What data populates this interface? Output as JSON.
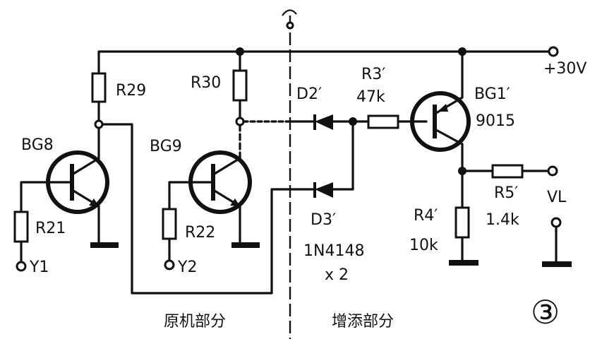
{
  "labels": {
    "r29": "R29",
    "r30": "R30",
    "bg8": "BG8",
    "bg9": "BG9",
    "r21": "R21",
    "r22": "R22",
    "y1": "Y1",
    "y2": "Y2",
    "d2": "D2′",
    "d3": "D3′",
    "r3": "R3′",
    "r3_value": "47k",
    "bg1": "BG1′",
    "bg1_type": "9015",
    "supply": "+30V",
    "r4": "R4′",
    "r4_value": "10k",
    "r5": "R5′",
    "r5_value": "1.4k",
    "vout": "VL",
    "diode_type": "1N4148",
    "diode_count": "x 2",
    "left_section": "原机部分",
    "right_section": "增添部分",
    "figure_number": "③"
  }
}
